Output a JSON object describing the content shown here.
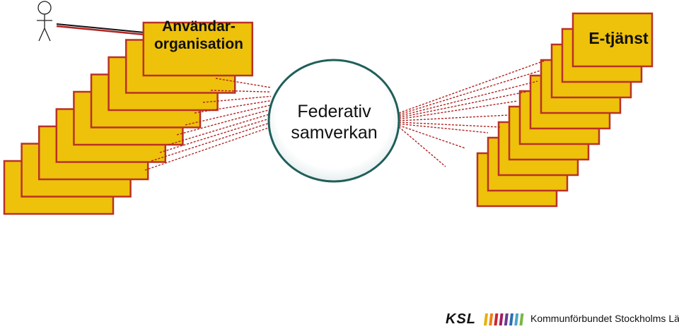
{
  "user_org": {
    "label": "Användar-organisation"
  },
  "center": {
    "label": "Federativ samverkan"
  },
  "service": {
    "label": "E-tjänst"
  },
  "footer": {
    "abbreviation": "KSL",
    "organization": "Kommunförbundet Stockholms Län"
  },
  "colors": {
    "card_fill": "#eec10a",
    "card_border": "#b83227",
    "dash_line": "#b22222",
    "circle_border": "#1f5f5a",
    "stripes": [
      "#e8b100",
      "#ef7f1a",
      "#c7282d",
      "#a01e66",
      "#6a3b8c",
      "#2b6fb4",
      "#4aa5c8",
      "#7ab648"
    ]
  },
  "icons": {
    "user": "person-stick-figure-icon"
  }
}
